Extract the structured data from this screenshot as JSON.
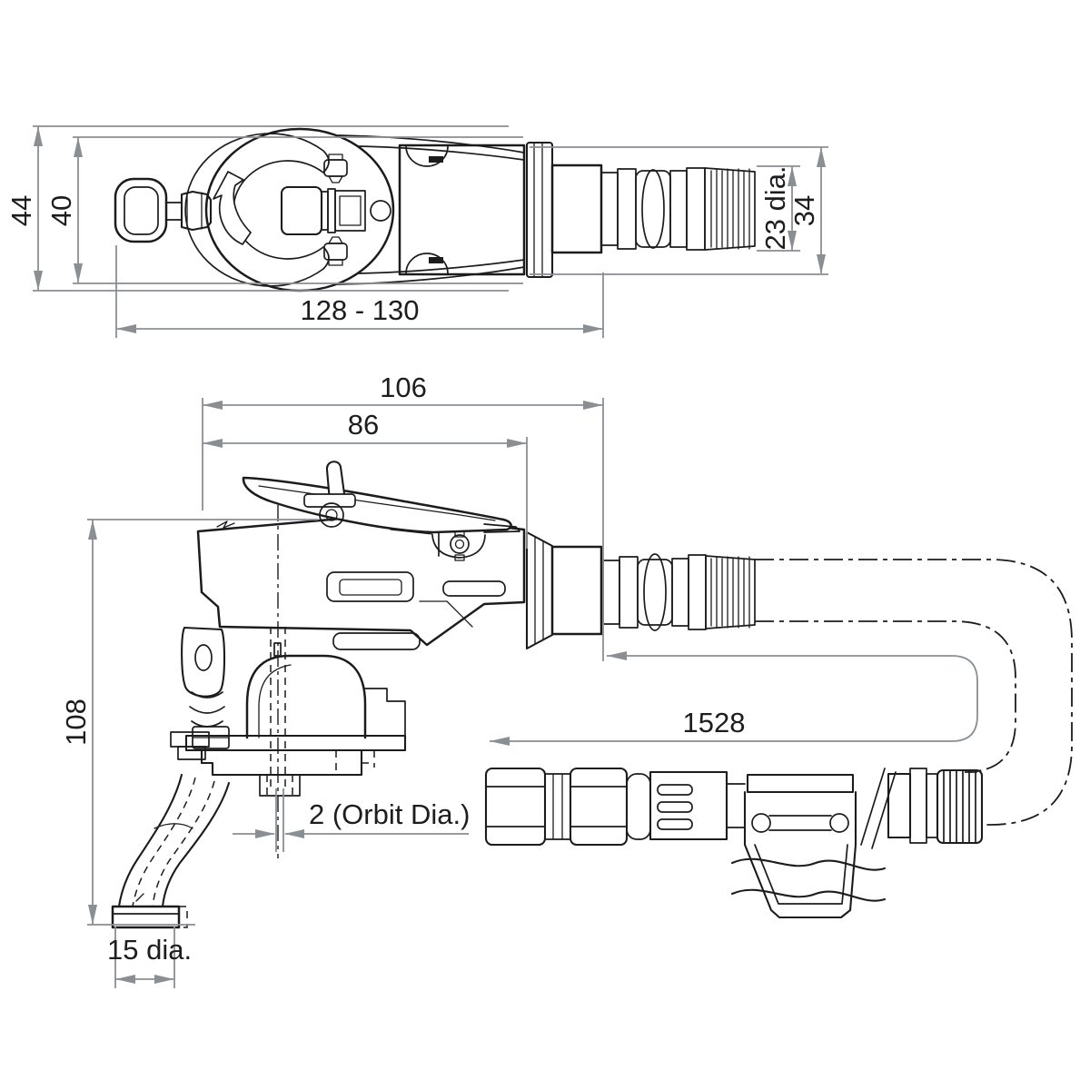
{
  "title": "Pneumatic mini orbital sander - dimensional outline drawing",
  "colors": {
    "background": "#ffffff",
    "line": "#1c1c1c",
    "dimension": "#8a8f94",
    "text": "#1d1d1f"
  },
  "top_view": {
    "dims": {
      "overall_width": "44",
      "body_width": "40",
      "length": "128 - 130",
      "connector_diameter": "23 dia.",
      "swivel_diameter": "34"
    }
  },
  "side_view": {
    "dims": {
      "length": "106",
      "body_length": "86",
      "height": "108",
      "orbit": "2 (Orbit Dia.)",
      "pad_diameter": "15 dia.",
      "hose_length": "1528"
    }
  }
}
